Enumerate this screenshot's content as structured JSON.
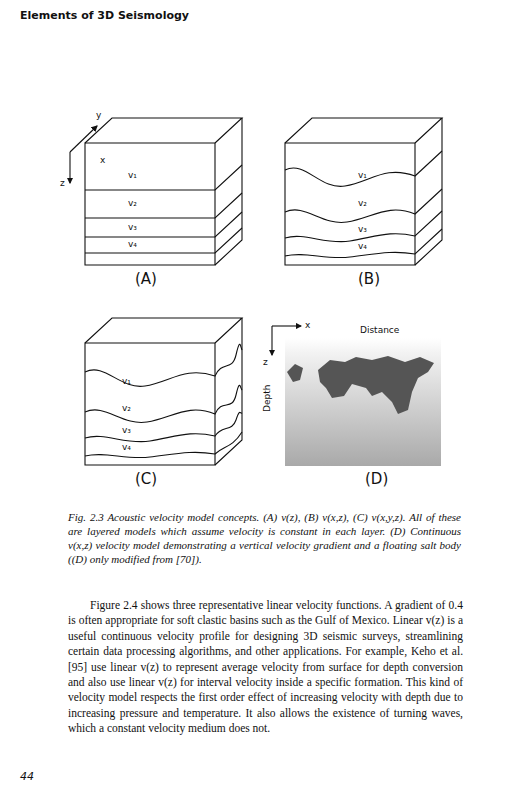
{
  "diagram": {
    "title": "Elements of 3D Seismology",
    "caption": "Fig. 2.3 Acoustic velocity model concepts. (A) v(z), (B) v(x,z), (C) v(x,y,z). All of these are layered models which assume velocity is constant in each layer. (D) Continuous v(x,z) velocity model demonstrating a vertical velocity gradient and a floating salt body ((D) only modified from [70]).",
    "labels": [
      "y",
      "x",
      "z",
      "v₁",
      "v₂",
      "v₃",
      "v₄",
      "(A)",
      "v₁",
      "v₂",
      "v₃",
      "v₄",
      "(B)",
      "v₁",
      "v₂",
      "v₃",
      "v₄",
      "(C)",
      "x",
      "Distance",
      "z",
      "Depth",
      "(D)",
      "Figure 2.4 shows three representative linear velocity functions. A gradient of 0.4 is often appropriate for soft clastic basins such as the Gulf of Mexico. Linear v(z) is a useful continuous velocity profile for designing 3D seismic surveys, streamlining certain data processing algorithms, and other applications. For example, Keho et al. [95] use linear v(z) to represent average velocity from surface for depth conversion and also use linear v(z) for interval velocity inside a specific formation. This kind of velocity model respects the first order effect of increasing velocity with depth due to increasing pressure and temperature. It also allows the existence of turning waves, which a constant velocity medium does not.",
      "44"
    ]
  }
}
